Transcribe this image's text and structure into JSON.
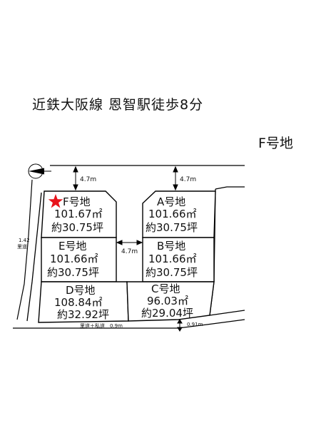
{
  "header": {
    "headline": "近鉄大阪線 恩智駅徒歩8分",
    "lot_id": "F号地"
  },
  "map": {
    "lots": [
      {
        "id": "F",
        "name": "F号地",
        "area": "101.67㎡",
        "tsubo": "約30.75坪",
        "highlight": true
      },
      {
        "id": "A",
        "name": "A号地",
        "area": "101.66㎡",
        "tsubo": "約30.75坪",
        "highlight": false
      },
      {
        "id": "E",
        "name": "E号地",
        "area": "101.66㎡",
        "tsubo": "約30.75坪",
        "highlight": false
      },
      {
        "id": "B",
        "name": "B号地",
        "area": "101.66㎡",
        "tsubo": "約30.75坪",
        "highlight": false
      },
      {
        "id": "D",
        "name": "D号地",
        "area": "108.84㎡",
        "tsubo": "約32.92坪",
        "highlight": false
      },
      {
        "id": "C",
        "name": "C号地",
        "area": "96.03㎡",
        "tsubo": "約29.04坪",
        "highlight": false
      }
    ],
    "dimensions": {
      "road_left": "4.7m",
      "road_right": "4.7m",
      "road_middle": "4.7m",
      "left_path": "1.42",
      "left_path_label": "里道",
      "bottom_path": "里道＋私道　0.9m",
      "bottom_right": "0.91m"
    },
    "highlight_color": "#e8141c"
  }
}
